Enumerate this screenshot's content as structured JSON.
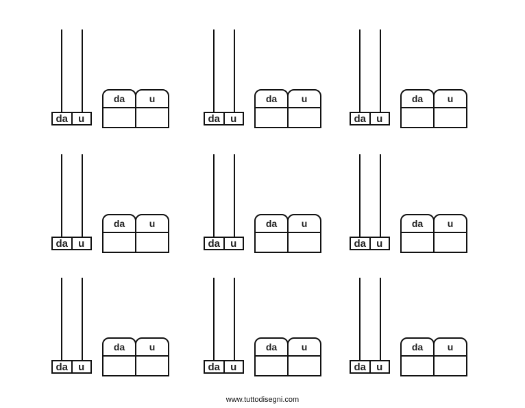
{
  "worksheet": {
    "tens_label": "da",
    "units_label": "u",
    "exercise_count": 9
  },
  "footer": {
    "website": "www.tuttodisegni.com"
  }
}
